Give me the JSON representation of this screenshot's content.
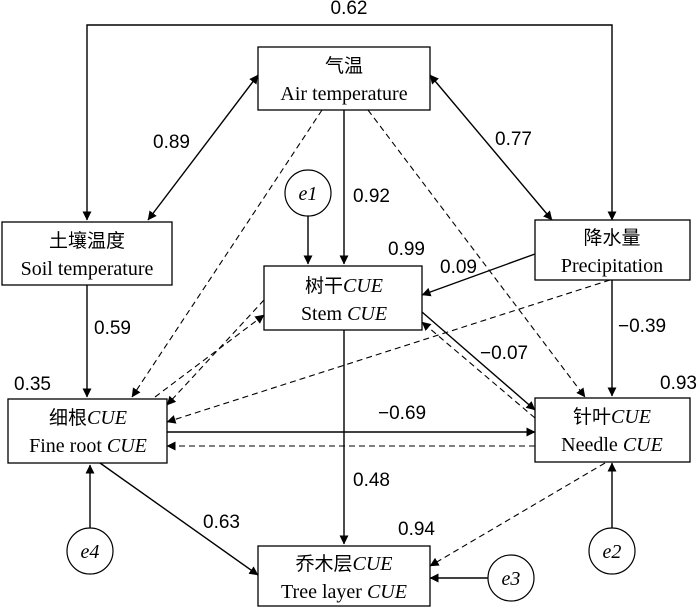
{
  "nodes": {
    "air": {
      "cn": "气温",
      "en": "Air temperature"
    },
    "soil": {
      "cn": "土壤温度",
      "en": "Soil temperature"
    },
    "precip": {
      "cn": "降水量",
      "en": "Precipitation"
    },
    "stem": {
      "cn": "树干",
      "cn_cue": "CUE",
      "en": "Stem ",
      "en_cue": "CUE"
    },
    "fine": {
      "cn": "细根",
      "cn_cue": "CUE",
      "en": "Fine root ",
      "en_cue": "CUE"
    },
    "needle": {
      "cn": "针叶",
      "cn_cue": "CUE",
      "en": "Needle ",
      "en_cue": "CUE"
    },
    "tree": {
      "cn": "乔木层",
      "cn_cue": "CUE",
      "en": "Tree layer ",
      "en_cue": "CUE"
    }
  },
  "errors": {
    "e1": "e1",
    "e2": "e2",
    "e3": "e3",
    "e4": "e4"
  },
  "coefficients": {
    "soil_precip": "0.62",
    "air_soil": "0.89",
    "air_precip": "0.77",
    "air_stem": "0.92",
    "stem_r2": "0.99",
    "precip_stem": "0.09",
    "precip_needle": "−0.39",
    "soil_fine": "0.59",
    "fine_r2": "0.35",
    "stem_needle": "−0.07",
    "needle_r2": "0.93",
    "fine_needle": "−0.69",
    "stem_tree": "0.48",
    "fine_tree": "0.63",
    "tree_r2": "0.94"
  }
}
